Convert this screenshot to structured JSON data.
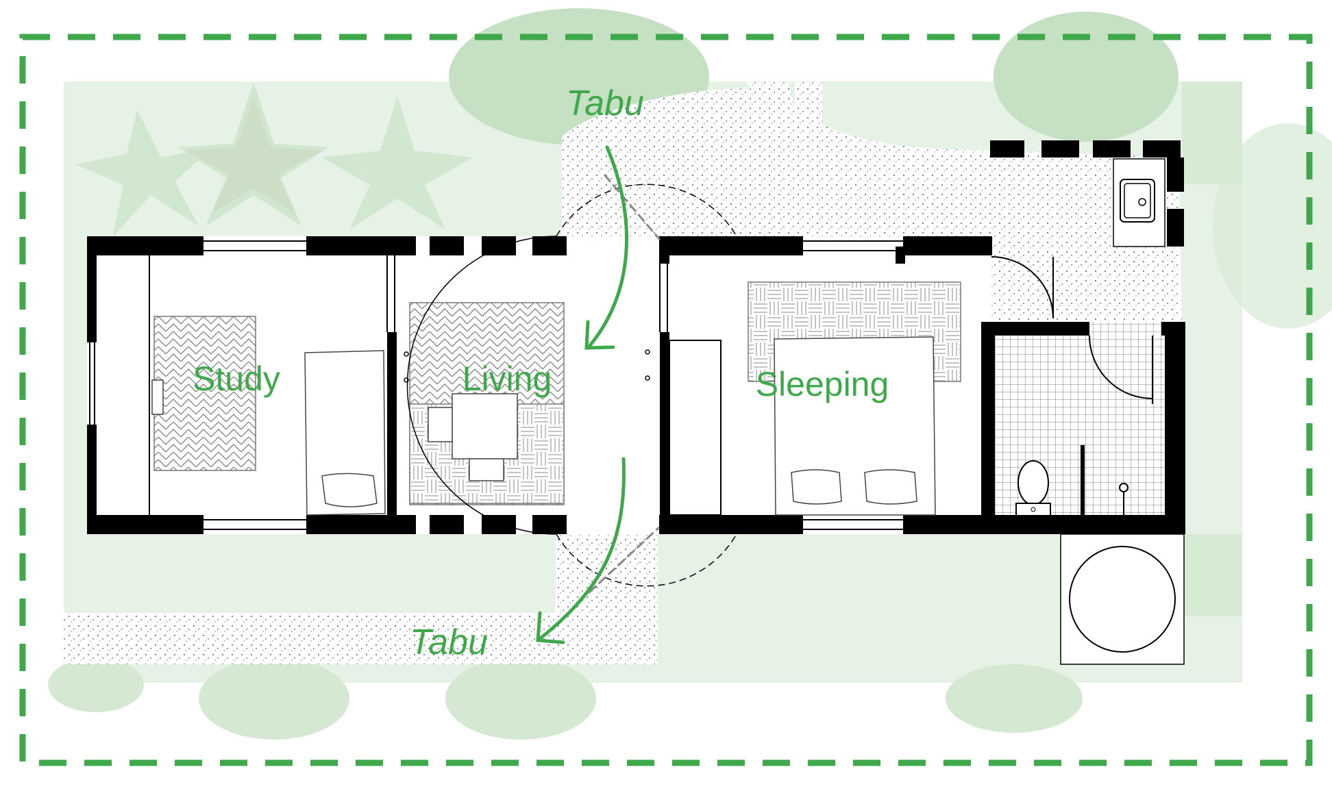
{
  "colors": {
    "accent_green": "#3ea84a",
    "landscape_green": "#e6f2e6",
    "tree_green": "#bfdcbc",
    "wall_black": "#000000",
    "floor_white": "#ffffff"
  },
  "labels": {
    "tabu_top": "Tabu",
    "tabu_bottom": "Tabu",
    "study": "Study",
    "living": "Living",
    "sleeping": "Sleeping"
  },
  "icons": {
    "boundary": "dashed-boundary",
    "circulation": "curved-arrow-icon",
    "toilet": "toilet-icon",
    "sink": "sink-icon",
    "shower": "shower-icon",
    "bed": "bed-icon",
    "rug": "rug-pattern",
    "tank": "water-tank-icon",
    "door": "door-swing-icon"
  }
}
